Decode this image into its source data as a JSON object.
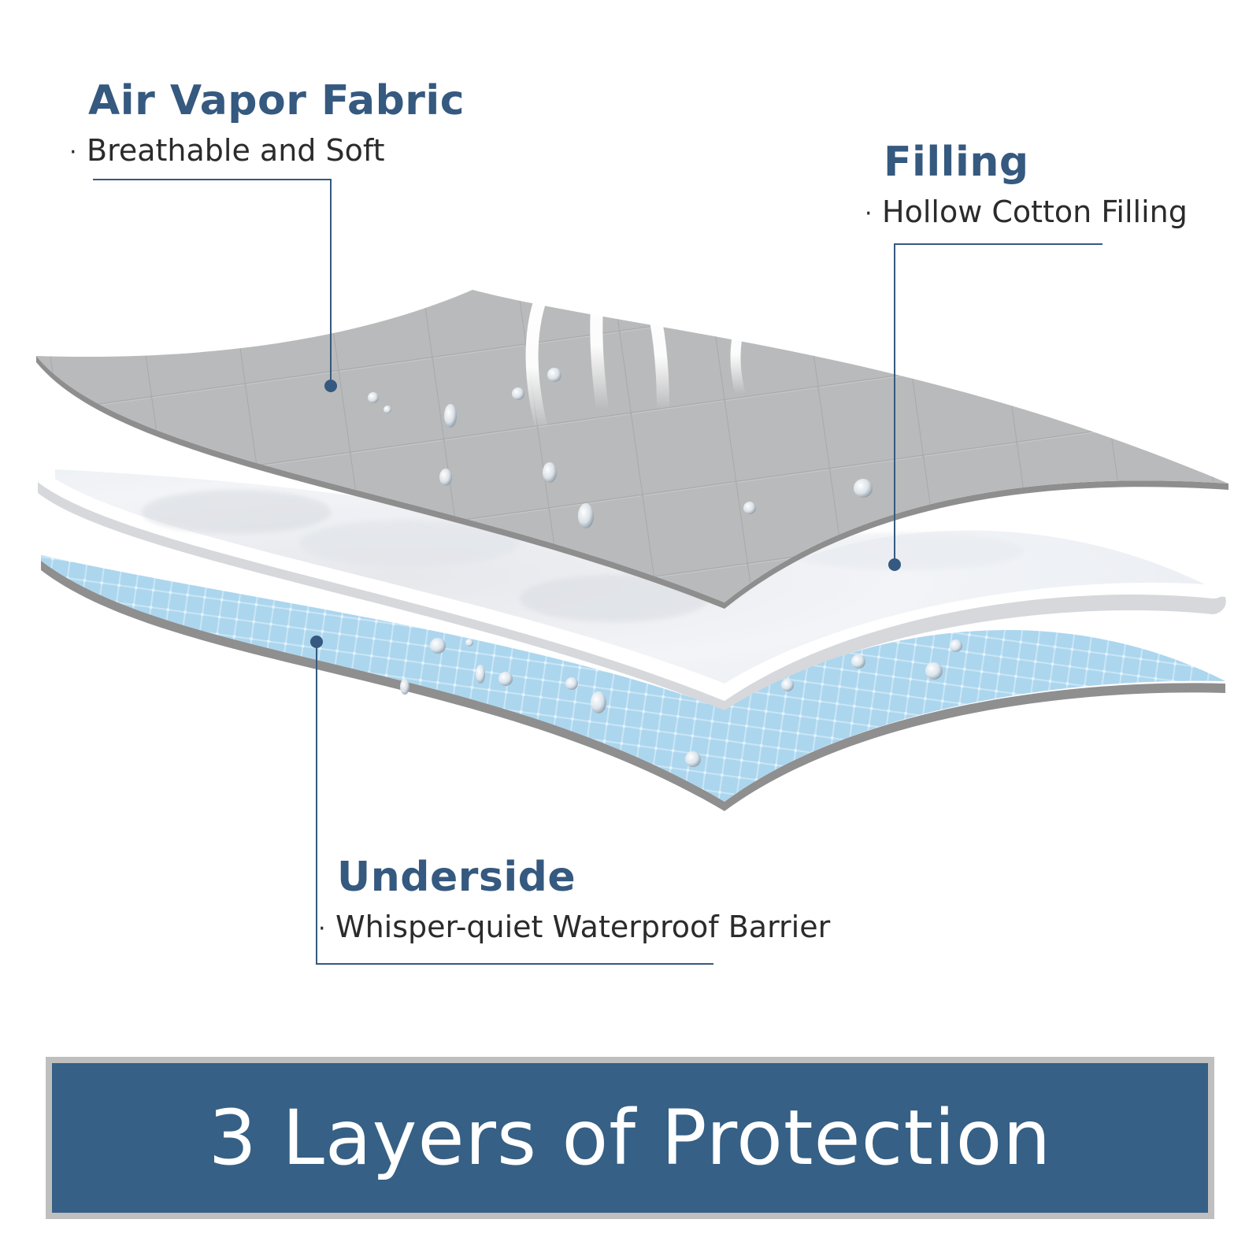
{
  "layers": [
    {
      "id": "top",
      "title": "Air Vapor Fabric",
      "subtitle": "Breathable and Soft",
      "fabric_color": "#b9babb",
      "icon": "quilted-fabric"
    },
    {
      "id": "middle",
      "title": "Filling",
      "subtitle": "Hollow Cotton Filling",
      "fabric_color": "#eef1f5",
      "icon": "cotton-filling"
    },
    {
      "id": "bottom",
      "title": "Underside",
      "subtitle": "Whisper-quiet Waterproof Barrier",
      "fabric_color": "#a9d4ec",
      "icon": "waterproof-membrane"
    }
  ],
  "bullet": "·",
  "banner": {
    "label": "3 Layers of Protection",
    "background": "#366085",
    "border": "#bfbfbf"
  },
  "colors": {
    "accent": "#35597f",
    "leader_line": "#35597f"
  },
  "icons": [
    "airflow-arrow-icon",
    "water-droplet-icon"
  ]
}
